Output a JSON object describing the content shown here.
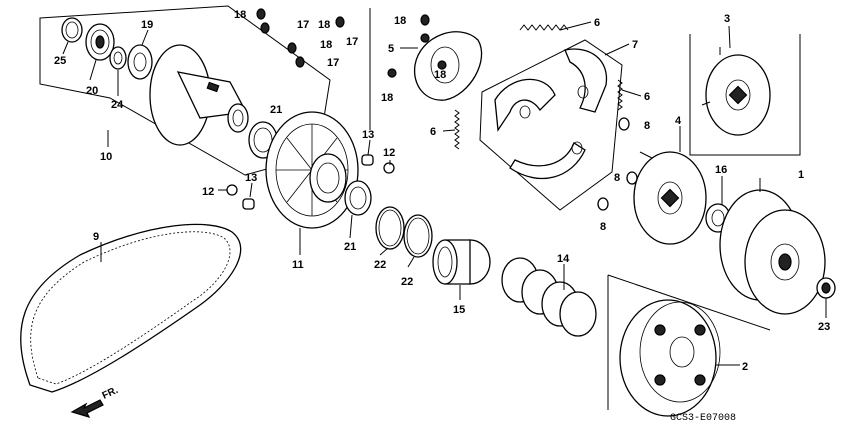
{
  "diagram_code": "GCS3-E0700",
  "diagram_code_suffix": "8",
  "direction_label": "FR.",
  "callouts": {
    "p1": "1",
    "p2": "2",
    "p3": "3",
    "p4": "4",
    "p5": "5",
    "p6a": "6",
    "p6b": "6",
    "p6c": "6",
    "p7": "7",
    "p8a": "8",
    "p8b": "8",
    "p8c": "8",
    "p9": "9",
    "p10": "10",
    "p11": "11",
    "p12a": "12",
    "p12b": "12",
    "p13a": "13",
    "p13b": "13",
    "p14": "14",
    "p15": "15",
    "p16": "16",
    "p17a": "17",
    "p17b": "17",
    "p17c": "17",
    "p18a": "18",
    "p18b": "18",
    "p18c": "18",
    "p18d": "18",
    "p18e": "18",
    "p18f": "18",
    "p19": "19",
    "p20": "20",
    "p21a": "21",
    "p21b": "21",
    "p22a": "22",
    "p22b": "22",
    "p23": "23",
    "p24": "24",
    "p25": "25"
  }
}
